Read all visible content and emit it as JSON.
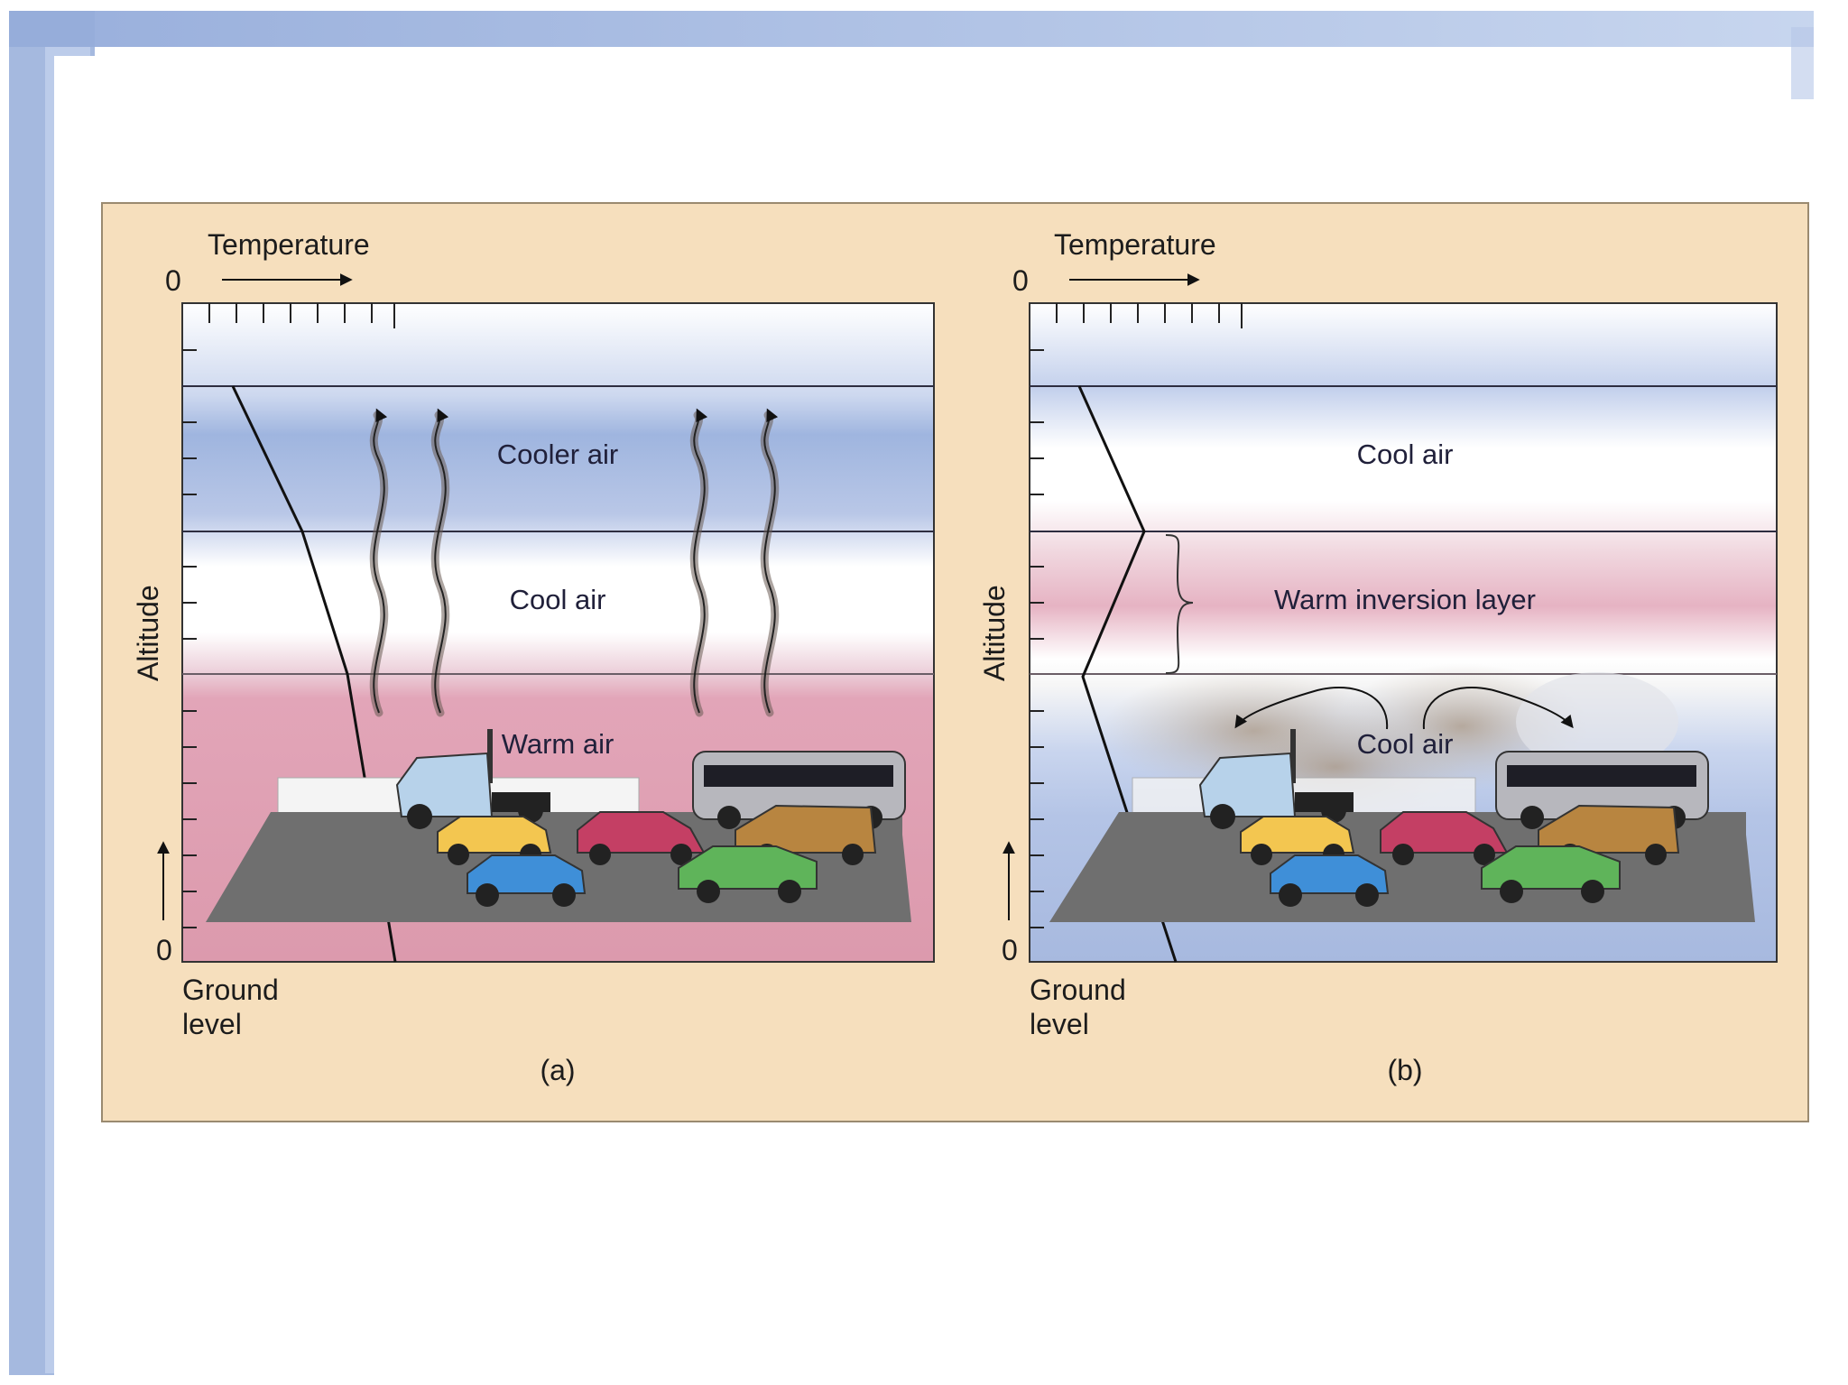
{
  "panels": [
    {
      "id": "a",
      "caption": "(a)",
      "temperature_label": "Temperature",
      "temp_zero": "0",
      "altitude_label": "Altitude",
      "alt_zero": "0",
      "ground_label_1": "Ground",
      "ground_label_2": "level",
      "zones": [
        "Cooler air",
        "Cool air",
        "Warm air"
      ]
    },
    {
      "id": "b",
      "caption": "(b)",
      "temperature_label": "Temperature",
      "temp_zero": "0",
      "altitude_label": "Altitude",
      "alt_zero": "0",
      "ground_label_1": "Ground",
      "ground_label_2": "level",
      "zones": [
        "Cool air",
        "Warm inversion layer",
        "Cool air"
      ]
    }
  ],
  "colors": {
    "slide_border": "#8fa8d8",
    "panel_bg": "#f6dfbd",
    "cool": "#a9bbe0",
    "warm": "#e6a3b6",
    "road": "#707070"
  }
}
